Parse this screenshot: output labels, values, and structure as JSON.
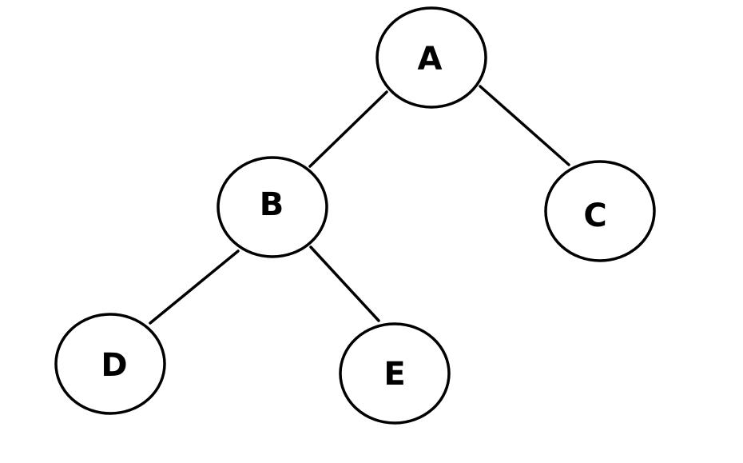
{
  "tree": {
    "nodes": [
      {
        "id": "A",
        "label": "A"
      },
      {
        "id": "B",
        "label": "B"
      },
      {
        "id": "C",
        "label": "C"
      },
      {
        "id": "D",
        "label": "D"
      },
      {
        "id": "E",
        "label": "E"
      }
    ],
    "edges": [
      {
        "from": "A",
        "to": "B"
      },
      {
        "from": "A",
        "to": "C"
      },
      {
        "from": "B",
        "to": "D"
      },
      {
        "from": "B",
        "to": "E"
      }
    ],
    "colors": {
      "stroke": "#000000",
      "fill": "#ffffff",
      "background": "#ffffff"
    }
  }
}
